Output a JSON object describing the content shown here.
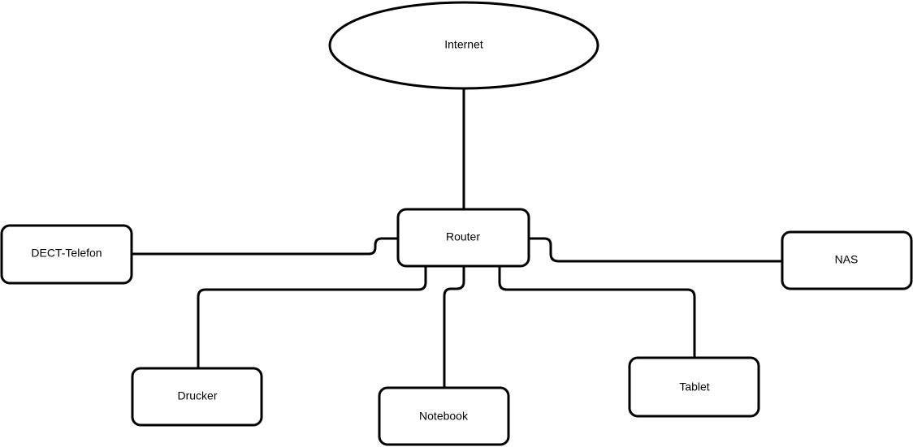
{
  "nodes": {
    "internet": {
      "label": "Internet"
    },
    "router": {
      "label": "Router"
    },
    "dect_phone": {
      "label": "DECT-Telefon"
    },
    "nas": {
      "label": "NAS"
    },
    "printer": {
      "label": "Drucker"
    },
    "notebook": {
      "label": "Notebook"
    },
    "tablet": {
      "label": "Tablet"
    }
  },
  "colors": {
    "stroke": "#000000",
    "fill": "#ffffff",
    "text": "#000000"
  }
}
